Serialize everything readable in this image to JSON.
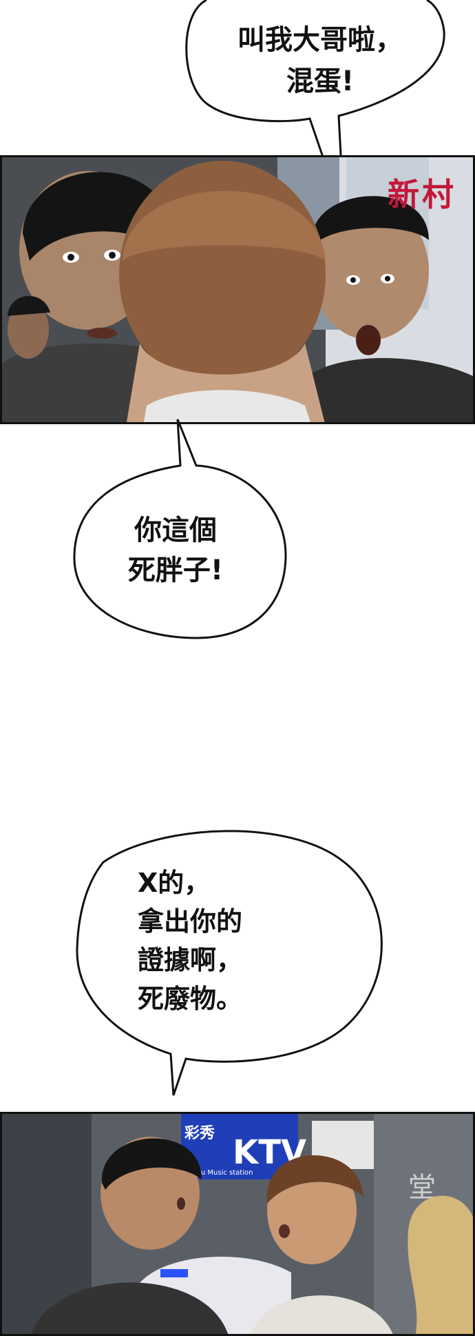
{
  "bubbles": {
    "top": "叫我大哥啦，\n混蛋!",
    "middle": "你這個\n死胖子!",
    "bottom": "X的，\n拿出你的\n證據啊，\n死廢物。"
  },
  "panel1": {
    "sign_text_1": "新",
    "sign_text_2": "村"
  },
  "panel2": {
    "sign_ktv": "KTV",
    "sign_small": "彩秀",
    "sign_sub": "Meru Music station",
    "sign_tang": "堂"
  },
  "colors": {
    "ink": "#111111",
    "bubble_fill": "#ffffff",
    "page_bg": "#ffffff"
  }
}
